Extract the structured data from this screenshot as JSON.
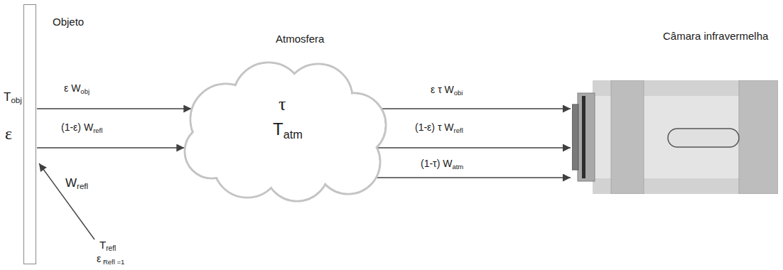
{
  "diagram": {
    "nodes": [
      {
        "text": [
          "Objeto",
          "Tobj",
          "ε"
        ]
      },
      {
        "text": [
          "Atmosfera",
          "τ",
          "Tatm"
        ]
      },
      {
        "text": [
          "Câmara infravermelha"
        ]
      }
    ],
    "edges": [
      {
        "from": 0,
        "to": 1,
        "arrow": "to",
        "label": "ε Wobj"
      },
      {
        "from": 0,
        "to": 1,
        "arrow": "to",
        "label": "(1-ε) Wrefl"
      },
      {
        "from": 1,
        "to": 2,
        "arrow": "to",
        "label": "ε τ Wobi"
      },
      {
        "from": 1,
        "to": 2,
        "arrow": "to",
        "label": "(1-ε) τ Wrefl"
      },
      {
        "from": 1,
        "to": 2,
        "arrow": "to",
        "label": "(1-τ) Watm"
      }
    ],
    "labels": [
      "Wrefl",
      "Trefl",
      "ε Refl =1"
    ]
  }
}
